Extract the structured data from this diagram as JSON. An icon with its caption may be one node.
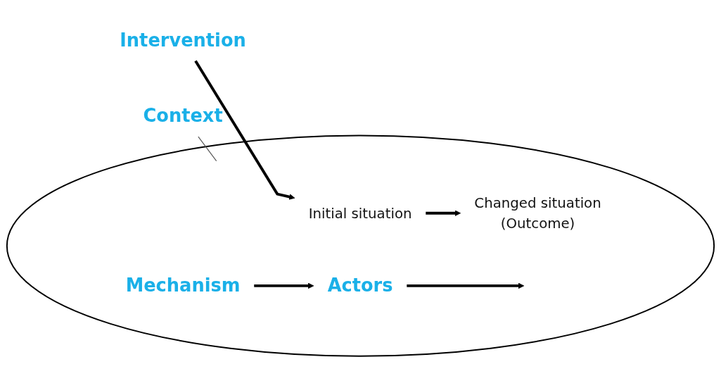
{
  "diagram": {
    "nodes": [
      {
        "text": [
          "Context"
        ]
      },
      {
        "text": [],
        "shape": "ellipse"
      },
      {
        "text": [
          "Intervention"
        ]
      },
      {
        "text": [
          "Initial situation"
        ],
        "in": 1
      },
      {
        "text": [
          "Changed situation",
          "(Outcome)"
        ],
        "in": 1
      },
      {
        "text": [
          "Actors"
        ],
        "in": 1
      },
      {
        "text": [
          "Mechanism"
        ],
        "in": 1
      }
    ],
    "edges": [
      {
        "from": 0,
        "to": 1,
        "arrow": "none",
        "color": "#555555"
      },
      {
        "from": 2,
        "to": 3,
        "arrow": "to"
      },
      {
        "from": 3,
        "to": 4,
        "arrow": "to"
      },
      {
        "from": 5,
        "to": null,
        "arrow": "to"
      },
      {
        "from": 6,
        "to": 5,
        "arrow": "to"
      }
    ]
  }
}
